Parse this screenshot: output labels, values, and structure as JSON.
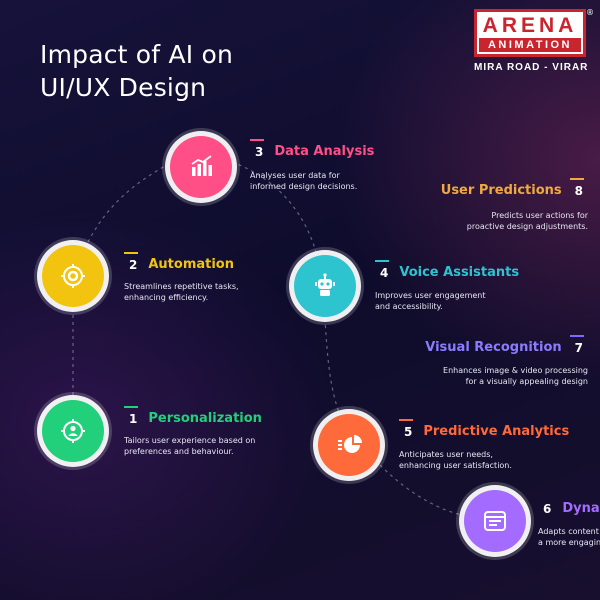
{
  "title": {
    "line1": "Impact of AI on",
    "line2": "UI/UX Design"
  },
  "logo": {
    "top": "ARENA",
    "bottom": "ANIMATION",
    "location": "MIRA ROAD - VIRAR",
    "reg": "®"
  },
  "colors": {
    "personalization": "#22cf7a",
    "automation": "#f2c40f",
    "data_analysis": "#ff4f86",
    "voice_assistants": "#2ec4cf",
    "predictive_analytics": "#ff6a3a",
    "dynamic": "#a36bff",
    "visual_recognition": "#7a6cff",
    "user_predictions": "#f0a93c"
  },
  "steps": [
    {
      "num": "1",
      "name": "Personalization",
      "desc1": "Tailors user experience based on",
      "desc2": "preferences and behaviour.",
      "icon": "target-user-icon"
    },
    {
      "num": "2",
      "name": "Automation",
      "desc1": "Streamlines repetitive tasks,",
      "desc2": "enhancing efficiency.",
      "icon": "gear-target-icon"
    },
    {
      "num": "3",
      "name": "Data Analysis",
      "desc1": "Analyses user data for",
      "desc2": "informed design decisions.",
      "icon": "bar-chart-icon"
    },
    {
      "num": "4",
      "name": "Voice Assistants",
      "desc1": "Improves user engagement",
      "desc2": "and accessibility.",
      "icon": "robot-icon"
    },
    {
      "num": "5",
      "name": "Predictive Analytics",
      "desc1": "Anticipates user needs,",
      "desc2": "enhancing user satisfaction.",
      "icon": "pie-chart-icon"
    },
    {
      "num": "6",
      "name": "Dynam",
      "desc1": "Adapts content",
      "desc2": "a more engagin",
      "icon": "layout-icon"
    },
    {
      "num": "7",
      "name": "Visual Recognition",
      "desc1": "Enhances image & video processing",
      "desc2": "for a visually appealing design"
    },
    {
      "num": "8",
      "name": "User Predictions",
      "desc1": "Predicts user actions for",
      "desc2": "proactive design adjustments."
    }
  ]
}
